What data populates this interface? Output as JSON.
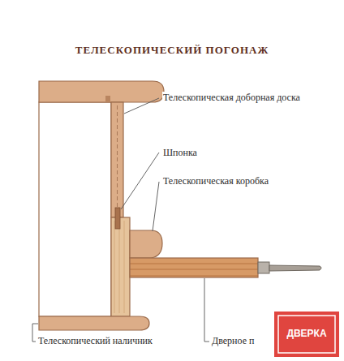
{
  "diagram": {
    "title": "ТЕЛЕСКОПИЧЕСКИЙ ПОГОНАЖ",
    "labels": [
      "Телескопическая доборная доска",
      "Шпонка",
      "Телескопическая коробка",
      "Телескопический наличник",
      "Дверное п",
      "ДВЕРКА"
    ]
  }
}
